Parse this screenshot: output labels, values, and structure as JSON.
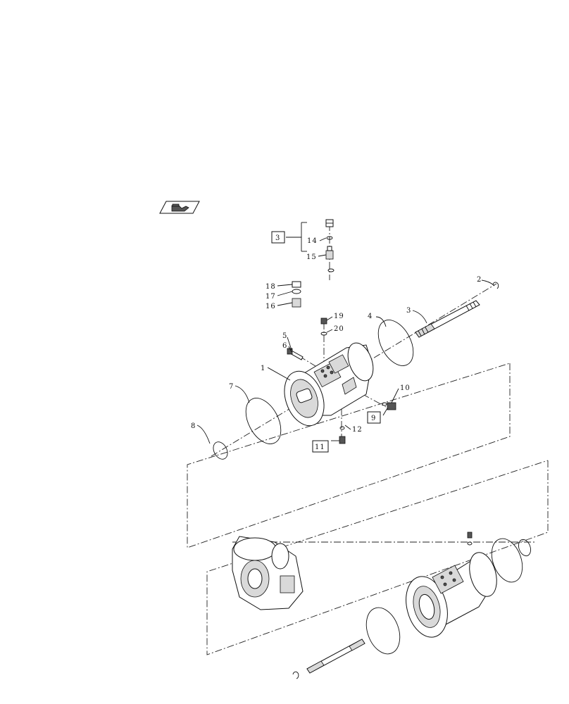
{
  "diagram": {
    "badge_icon": "book-hand-icon",
    "callouts": [
      "1",
      "2",
      "3",
      "4",
      "5",
      "6",
      "7",
      "8",
      "10",
      "12",
      "14",
      "15",
      "16",
      "17",
      "18",
      "19",
      "20"
    ],
    "boxed_callouts": [
      "3",
      "9",
      "11"
    ]
  }
}
